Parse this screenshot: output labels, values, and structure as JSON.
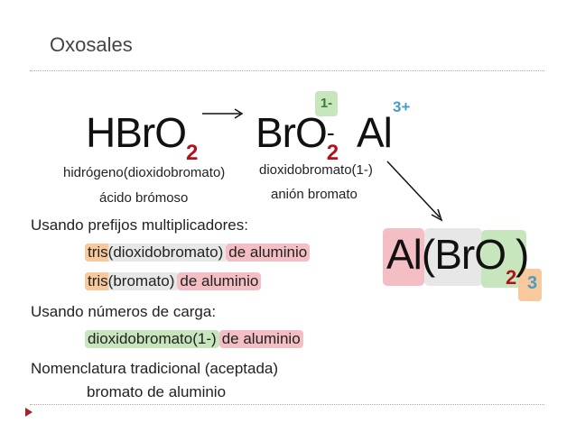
{
  "title": "Oxosales",
  "acid": {
    "formula_main": "HBrO",
    "formula_sub": "2",
    "name_systematic": "hidrógeno(dioxidobromato)",
    "name_traditional": "ácido brómoso"
  },
  "anion": {
    "formula_main": "BrO",
    "formula_sub": "2",
    "charge_sign": "-",
    "charge_label": "1-",
    "name_systematic": "dioxidobromato(1-)",
    "name_traditional": "anión bromato"
  },
  "cation": {
    "symbol": "Al",
    "charge": "3+"
  },
  "salt": {
    "al": "Al",
    "open": "(",
    "bro": "BrO",
    "close": ")",
    "sub_inner": "2",
    "sub_outer": "3"
  },
  "sections": {
    "prefixes_heading": "Usando prefijos multiplicadores:",
    "prefix_line1": {
      "a": "tris",
      "b": "(dioxidobromato)",
      "c": "de aluminio"
    },
    "prefix_line2": {
      "a": "tris",
      "b": "(bromato)",
      "c": "de aluminio"
    },
    "charge_heading": "Usando números de carga:",
    "charge_line": {
      "a": "dioxidobromato",
      "b": "(1-)",
      "c": "de aluminio"
    },
    "traditional_heading": "Nomenclatura tradicional (aceptada)",
    "traditional_line": "bromato de aluminio"
  },
  "colors": {
    "subscript_red": "#b0141b",
    "charge_blue": "#4a9cc7",
    "charge_green_text": "#3d7a33"
  }
}
